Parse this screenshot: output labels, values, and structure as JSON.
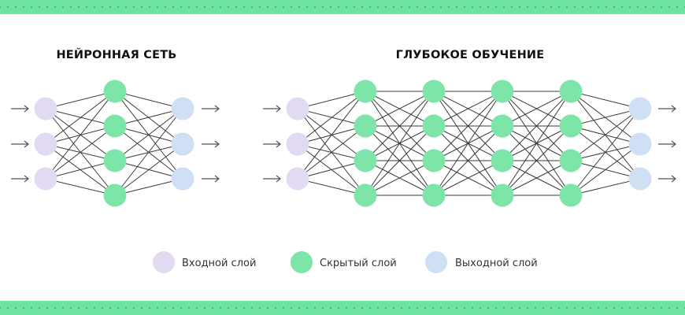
{
  "colors": {
    "band": "#6ee3a2",
    "input_node": "#e2daf2",
    "hidden_node": "#7de5a8",
    "output_node": "#cfdff4",
    "edge": "#3a3a3a",
    "arrow": "#555555"
  },
  "left_diagram": {
    "title": "НЕЙРОННАЯ СЕТЬ",
    "layers": [
      {
        "type": "input",
        "nodes": 3
      },
      {
        "type": "hidden",
        "nodes": 4
      },
      {
        "type": "output",
        "nodes": 3
      }
    ]
  },
  "right_diagram": {
    "title": "ГЛУБОКОЕ ОБУЧЕНИЕ",
    "layers": [
      {
        "type": "input",
        "nodes": 3
      },
      {
        "type": "hidden",
        "nodes": 4
      },
      {
        "type": "hidden",
        "nodes": 4
      },
      {
        "type": "hidden",
        "nodes": 4
      },
      {
        "type": "hidden",
        "nodes": 4
      },
      {
        "type": "output",
        "nodes": 3
      }
    ]
  },
  "legend": {
    "input_label": "Входной слой",
    "hidden_label": "Скрытый слой",
    "output_label": "Выходной слой"
  }
}
